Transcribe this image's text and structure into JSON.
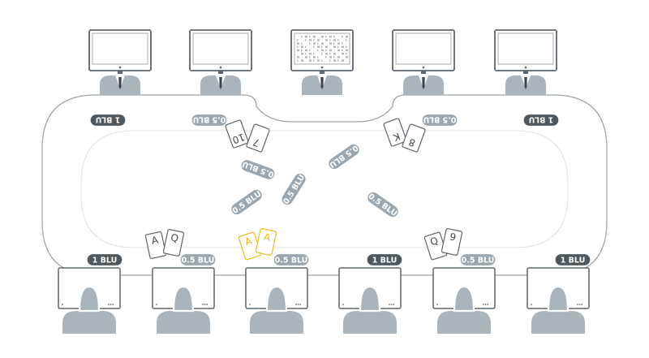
{
  "colors": {
    "outline": "#5c6670",
    "grey": "#a9b4bd",
    "chip_dark": "#50585f",
    "chip_grey": "#9aa7b1",
    "highlight": "#f0b81e"
  },
  "top_players": [
    {
      "id": "t1",
      "screen": "blank",
      "stack": "1 BLU"
    },
    {
      "id": "t2",
      "screen": "blank",
      "stack": "0.5 BLU"
    },
    {
      "id": "t3",
      "screen": "binary-code",
      "stack": null
    },
    {
      "id": "t4",
      "screen": "blank",
      "stack": "0.5 BLU"
    },
    {
      "id": "t5",
      "screen": "blank",
      "stack": "1 BLU"
    }
  ],
  "bottom_players": [
    {
      "id": "b1",
      "stack": "1 BLU"
    },
    {
      "id": "b2",
      "stack": "0.5 BLU"
    },
    {
      "id": "b3",
      "stack": "0.5 BLU"
    },
    {
      "id": "b4",
      "stack": "1 BLU"
    },
    {
      "id": "b5",
      "stack": "0.5 BLU"
    },
    {
      "id": "b6",
      "stack": "1 BLU"
    }
  ],
  "hands": [
    {
      "id": "top-left",
      "cards": [
        "10",
        "7"
      ],
      "highlight": false
    },
    {
      "id": "top-right",
      "cards": [
        "K",
        "8"
      ],
      "highlight": false
    },
    {
      "id": "bottom-1",
      "cards": [
        "A",
        "Q"
      ],
      "highlight": false
    },
    {
      "id": "bottom-2",
      "cards": [
        "A",
        "A"
      ],
      "highlight": true
    },
    {
      "id": "bottom-3",
      "cards": [
        "Q",
        "9"
      ],
      "highlight": false
    }
  ],
  "pot_bets": [
    "0.5 BLU",
    "0.5 BLU",
    "0.5 BLU",
    "0.5 BLU",
    "0.5 BLU"
  ]
}
